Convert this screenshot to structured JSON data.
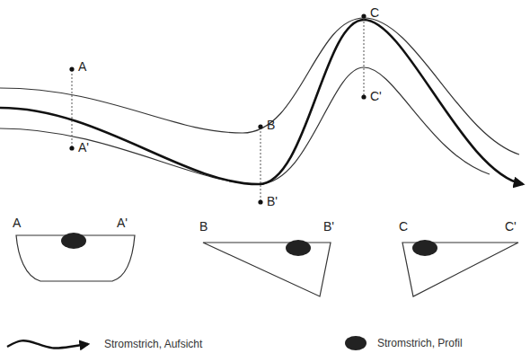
{
  "diagram": {
    "labels": [
      "A",
      "A'",
      "B",
      "B'",
      "C",
      "C'",
      "A",
      "A'",
      "B",
      "B'",
      "C",
      "C'"
    ],
    "legend": [
      {
        "text": "Stromstrich, Aufsicht"
      },
      {
        "text": "Stromstrich, Profil"
      }
    ]
  }
}
